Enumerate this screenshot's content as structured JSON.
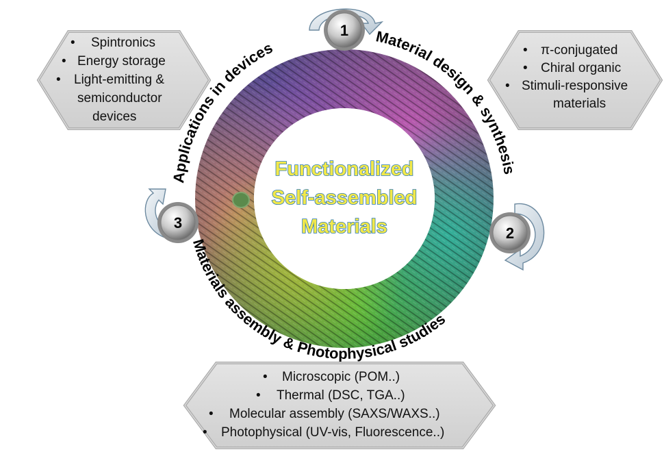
{
  "center": {
    "lines": [
      "Functionalized",
      "Self-assembled",
      "Materials"
    ]
  },
  "steps": [
    {
      "number": "1",
      "label": "Material design & synthesis"
    },
    {
      "number": "2",
      "label": "Materials assembly & Photophysical studies"
    },
    {
      "number": "3",
      "label": "Applications in devices"
    }
  ],
  "boxes": {
    "design": [
      "π-conjugated",
      "Chiral organic",
      "Stimuli-responsive",
      "materials"
    ],
    "studies": [
      "Microscopic (POM..)",
      "Thermal (DSC, TGA..)",
      "Molecular assembly (SAXS/WAXS..)",
      "Photophysical (UV-vis, Fluorescence..)"
    ],
    "devices": [
      "Spintronics",
      "Energy storage",
      "Light-emitting &",
      "semiconductor",
      "devices"
    ]
  },
  "bullet_symbol": "•",
  "colors": {
    "center_text_fill": "#f2e84a",
    "center_text_outline": "#2a78b8",
    "hex_fill": "#d6d6d6",
    "hex_border": "#b5b5b5"
  }
}
